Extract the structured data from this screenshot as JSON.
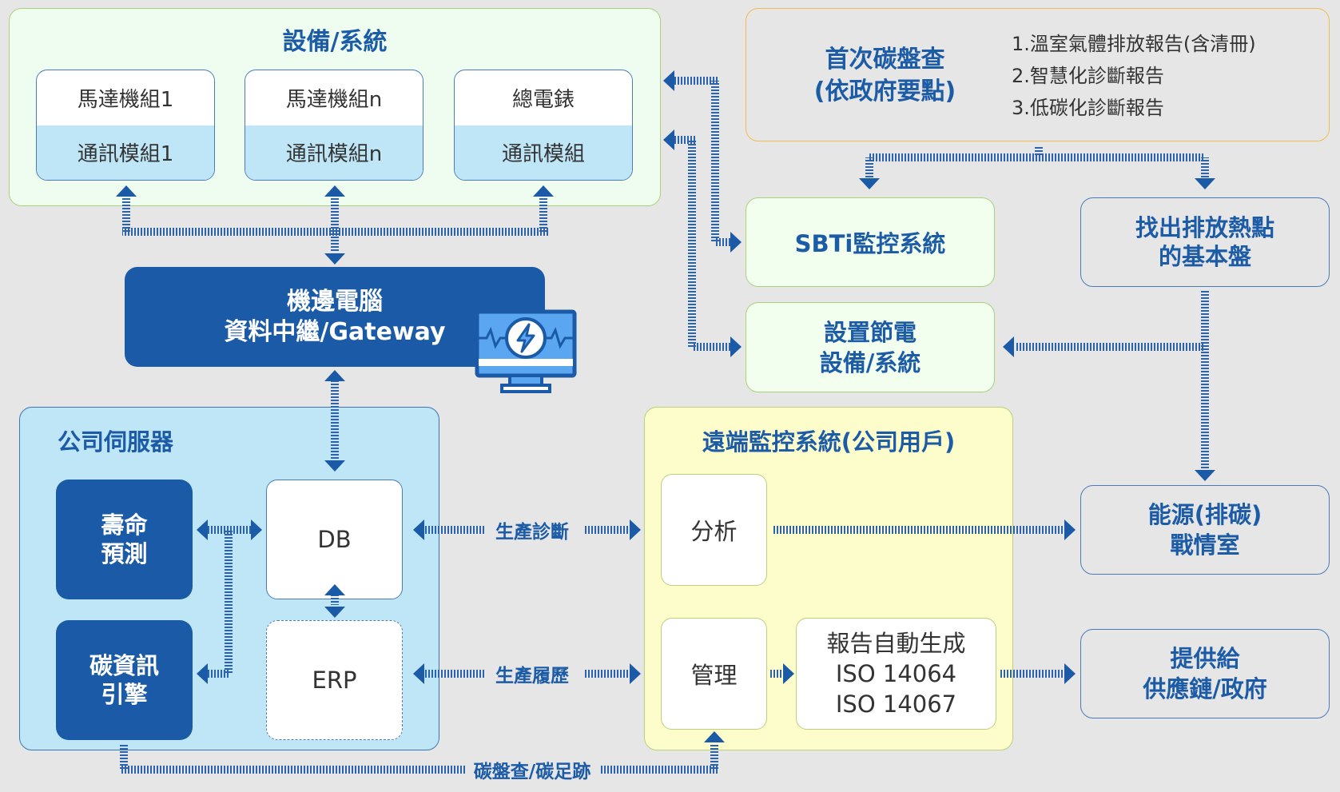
{
  "equipment_group": {
    "title": "設備/系統",
    "devices": [
      {
        "name": "馬達機組1",
        "module": "通訊模組1"
      },
      {
        "name": "馬達機組n",
        "module": "通訊模組n"
      },
      {
        "name": "總電錶",
        "module": "通訊模組"
      }
    ]
  },
  "gateway": {
    "line1": "機邊電腦",
    "line2": "資料中繼/Gateway",
    "icon": "monitor-lightning-icon"
  },
  "first_inventory": {
    "title_line1": "首次碳盤查",
    "title_line2": "(依政府要點)",
    "reports": [
      "1.溫室氣體排放報告(含清冊)",
      "2.智慧化診斷報告",
      "3.低碳化診斷報告"
    ]
  },
  "sbti": {
    "label": "SBTi監控系統"
  },
  "hotspot": {
    "line1": "找出排放熱點",
    "line2": "的基本盤"
  },
  "energy_saving": {
    "line1": "設置節電",
    "line2": "設備/系統"
  },
  "company_server": {
    "title": "公司伺服器",
    "life_prediction": {
      "line1": "壽命",
      "line2": "預測"
    },
    "carbon_engine": {
      "line1": "碳資訊",
      "line2": "引擎"
    },
    "db": "DB",
    "erp": "ERP"
  },
  "remote_monitoring": {
    "title": "遠端監控系統(公司用戶)",
    "analysis": "分析",
    "management": "管理",
    "report": {
      "line1": "報告自動生成",
      "line2": "ISO 14064",
      "line3": "ISO 14067"
    }
  },
  "war_room": {
    "line1": "能源(排碳)",
    "line2": "戰情室"
  },
  "supply": {
    "line1": "提供給",
    "line2": "供應鏈/政府"
  },
  "flow_labels": {
    "production_diagnosis": "生產診斷",
    "production_history": "生產履歷",
    "carbon_footprint": "碳盤查/碳足跡"
  },
  "colors": {
    "primary_blue": "#1b5aa6",
    "light_blue": "#bfe6f6",
    "light_green": "#effdf0",
    "light_yellow": "#fdfdcc",
    "orange_border": "#f2bb4d",
    "background": "#e6e6e6"
  }
}
